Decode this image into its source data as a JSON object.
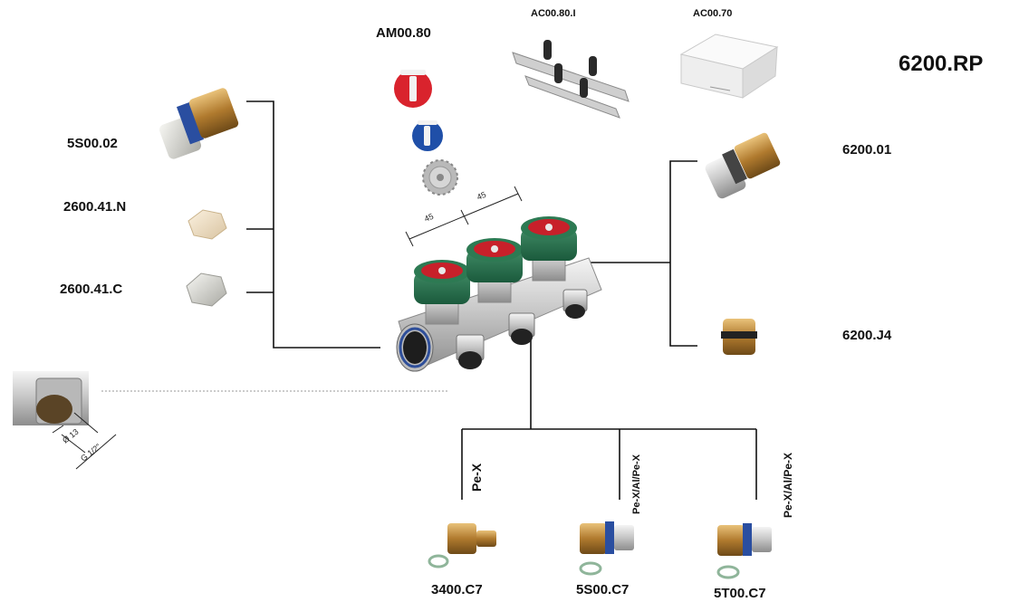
{
  "product_code": "6200.RP",
  "accessories": {
    "am": "AM00.80",
    "ac1": "AC00.80.I",
    "ac2": "AC00.70"
  },
  "left_parts": [
    "5S00.02",
    "2600.41.N",
    "2600.41.C"
  ],
  "right_parts": [
    "6200.01",
    "6200.J4"
  ],
  "bottom_parts": [
    {
      "code": "3400.C7",
      "pipe": "Pe-X"
    },
    {
      "code": "5S00.C7",
      "pipe": "Pe-X/Al/Pe-X"
    },
    {
      "code": "5T00.C7",
      "pipe": "Pe-X/Al/Pe-X"
    }
  ],
  "dimensions": {
    "spacing1": "45",
    "spacing2": "45",
    "inner_diameter": "Ø 13",
    "thread": "G 1/2\""
  }
}
